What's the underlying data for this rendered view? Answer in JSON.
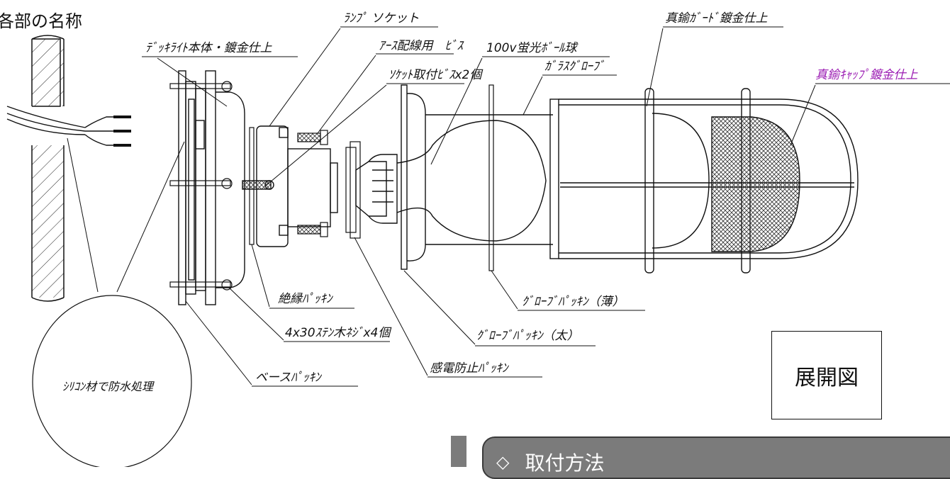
{
  "heading": "各部の名称",
  "labels": {
    "lamp_socket": "ﾗﾝﾌﾟ ソケット",
    "deck_light_body": "ﾃﾞｯｷﾗｲﾄ本体・鍍金仕上",
    "earth_wire_screw": "ｱｰｽ配線用　ﾋﾞｽ",
    "socket_screws": "ｿｹｯﾄ取付ﾋﾞｽx2個",
    "bulb": "100v蛍光ﾎﾞｰﾙ球",
    "glass_globe": "ｶﾞﾗｽｸﾞﾛｰﾌﾞ",
    "brass_guard": "真鍮ｶﾞｰﾄﾞ鍍金仕上",
    "brass_cap": "真鍮ｷｬｯﾌﾟ鍍金仕上",
    "insulation_packing": "絶縁ﾊﾟｯｷﾝ",
    "globe_packing_thin": "ｸﾞﾛｰﾌﾞﾊﾟｯｷﾝ（薄）",
    "globe_packing_thick": "ｸﾞﾛｰﾌﾞﾊﾟｯｷﾝ（太）",
    "wood_screws": "4x30ｽﾃﾝ木ﾈｼﾞx4個",
    "shock_packing": "感電防止ﾊﾟｯｷﾝ",
    "base_packing": "ベースﾊﾟｯｷﾝ",
    "silicon_note": "ｼﾘｺﾝ材で防水処理"
  },
  "view_box_label": "展開図",
  "section": {
    "icon": "diamond-icon",
    "title": "取付方法"
  },
  "colors": {
    "line": "#111111",
    "cap_label": "#9b1cb3",
    "section_bar": "#7b7b7b"
  }
}
